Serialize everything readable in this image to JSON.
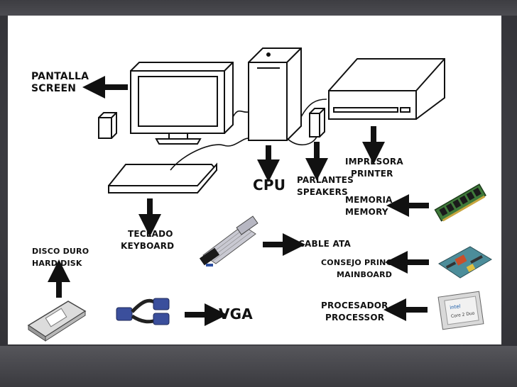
{
  "labels": {
    "screen": {
      "es": "Pantalla",
      "en": "Screen"
    },
    "cpu": "CPU",
    "speakers": {
      "es": "Parlantes",
      "en": "Speakers"
    },
    "printer": {
      "es": "Impresora",
      "en": "Printer"
    },
    "memory": {
      "es": "Memoria",
      "en": "Memory"
    },
    "keyboard": {
      "es": "Teclado",
      "en": "Keyboard"
    },
    "cable": "Cable ATA",
    "mainboard": {
      "es": "Consejo principal",
      "en": "Mainboard"
    },
    "harddisk": {
      "es": "Disco duro",
      "en": "Hard disk"
    },
    "vga": "VGA",
    "processor": {
      "es": "Procesador",
      "en": "Processor"
    },
    "chip_text": "Core 2 Duo",
    "chip_brand": "intel"
  },
  "colors": {
    "background": "#4a4a4f",
    "panel": "#ffffff",
    "ink": "#111111",
    "vga_blue": "#3b4f9c"
  }
}
